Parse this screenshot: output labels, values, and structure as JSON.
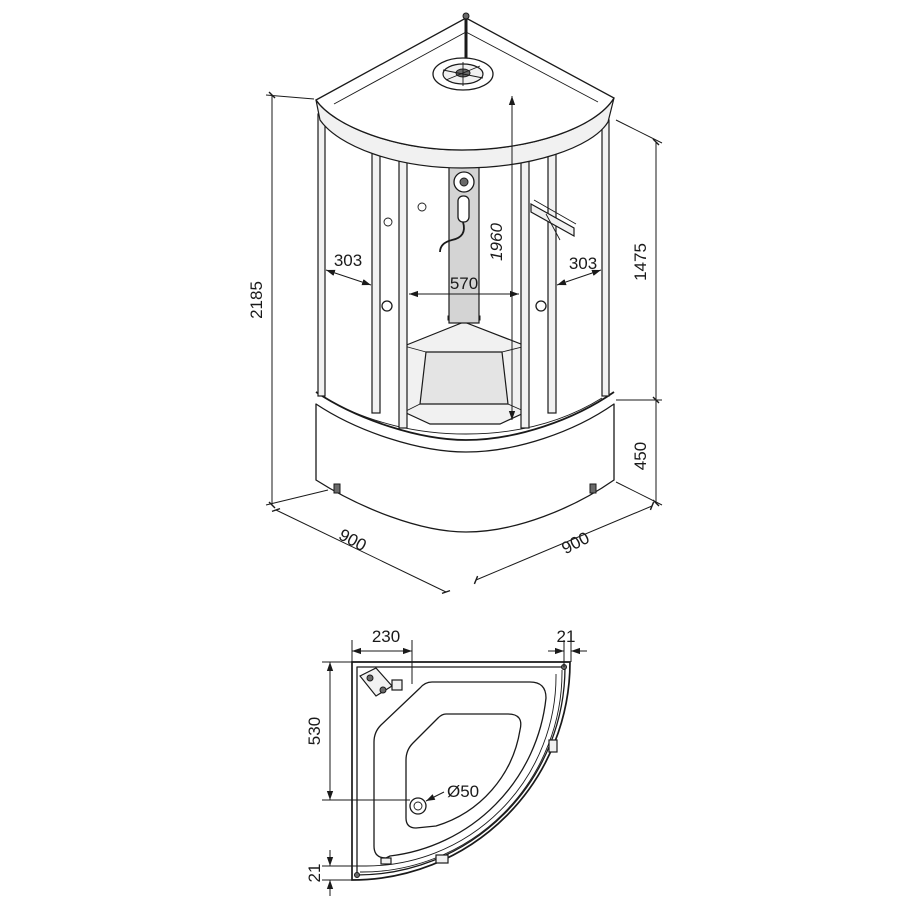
{
  "drawing": {
    "perspective": {
      "total_height": "2185",
      "cabin_height": "1475",
      "tray_height": "450",
      "left_door_width": "303",
      "right_door_width": "303",
      "back_panel_width": "570",
      "inner_height": "1960",
      "left_side_length": "900",
      "right_side_length": "900"
    },
    "plan": {
      "corner_offset": "230",
      "frame_margin_top": "21",
      "drain_offset": "530",
      "drain_diameter": "Ø50",
      "frame_margin_bottom": "21"
    }
  },
  "colors": {
    "line": "#1a1a1a",
    "background": "#ffffff",
    "panel_shade": "#d4d4d4"
  }
}
